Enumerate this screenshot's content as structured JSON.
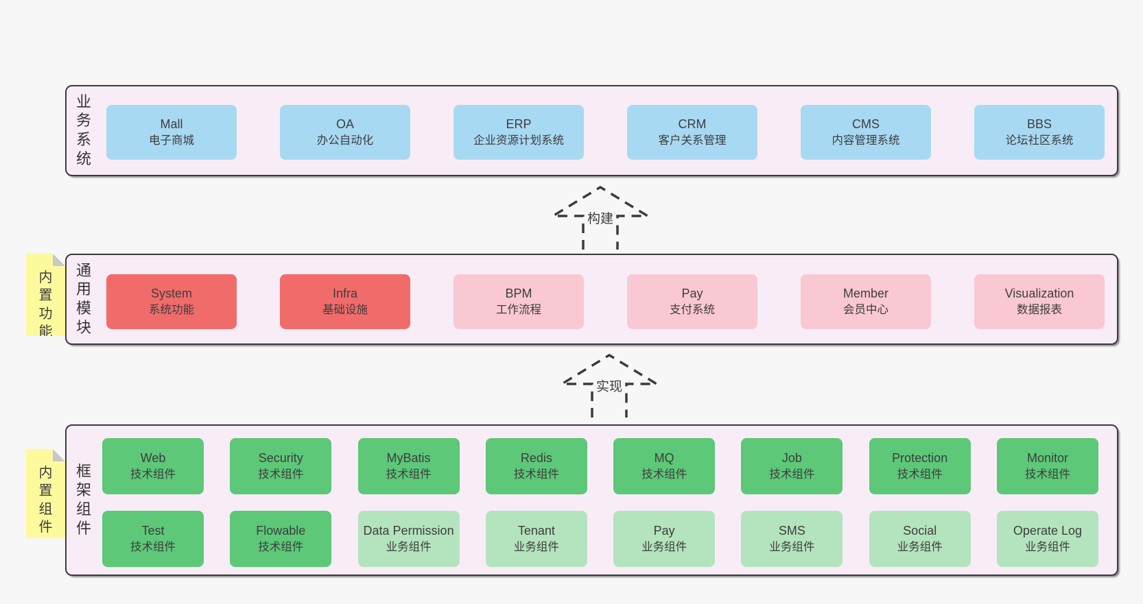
{
  "colors": {
    "page_bg": "#f7f7f7",
    "container_bg": "#f8edf6",
    "container_border": "#3a3a3a",
    "box_blue": "#a8d9f2",
    "box_red": "#f26b6b",
    "box_pink": "#fac8d2",
    "box_green": "#5dc878",
    "box_light_green": "#b4e4bd",
    "note_yellow": "#fcfa9d",
    "note_fold_gray": "#c8c8c8",
    "text": "#3d3d3d"
  },
  "layer_business": {
    "side_label": "业务系统",
    "boxes": [
      {
        "name": "Mall",
        "desc": "电子商城"
      },
      {
        "name": "OA",
        "desc": "办公自动化"
      },
      {
        "name": "ERP",
        "desc": "企业资源计划系统"
      },
      {
        "name": "CRM",
        "desc": "客户关系管理"
      },
      {
        "name": "CMS",
        "desc": "内容管理系统"
      },
      {
        "name": "BBS",
        "desc": "论坛社区系统"
      }
    ]
  },
  "arrow_build": {
    "label": "构建"
  },
  "layer_modules": {
    "side_label": "通用模块",
    "note_label": "内置功能",
    "boxes": [
      {
        "name": "System",
        "desc": "系统功能",
        "variant": "red"
      },
      {
        "name": "Infra",
        "desc": "基础设施",
        "variant": "red"
      },
      {
        "name": "BPM",
        "desc": "工作流程",
        "variant": "pink"
      },
      {
        "name": "Pay",
        "desc": "支付系统",
        "variant": "pink"
      },
      {
        "name": "Member",
        "desc": "会员中心",
        "variant": "pink"
      },
      {
        "name": "Visualization",
        "desc": "数据报表",
        "variant": "pink"
      }
    ]
  },
  "arrow_implement": {
    "label": "实现"
  },
  "layer_components": {
    "side_label": "框架组件",
    "note_label": "内置组件",
    "row1": [
      {
        "name": "Web",
        "desc": "技术组件",
        "variant": "green"
      },
      {
        "name": "Security",
        "desc": "技术组件",
        "variant": "green"
      },
      {
        "name": "MyBatis",
        "desc": "技术组件",
        "variant": "green"
      },
      {
        "name": "Redis",
        "desc": "技术组件",
        "variant": "green"
      },
      {
        "name": "MQ",
        "desc": "技术组件",
        "variant": "green"
      },
      {
        "name": "Job",
        "desc": "技术组件",
        "variant": "green"
      },
      {
        "name": "Protection",
        "desc": "技术组件",
        "variant": "green"
      },
      {
        "name": "Monitor",
        "desc": "技术组件",
        "variant": "green"
      }
    ],
    "row2": [
      {
        "name": "Test",
        "desc": "技术组件",
        "variant": "green"
      },
      {
        "name": "Flowable",
        "desc": "技术组件",
        "variant": "green"
      },
      {
        "name": "Data Permission",
        "desc": "业务组件",
        "variant": "light-green"
      },
      {
        "name": "Tenant",
        "desc": "业务组件",
        "variant": "light-green"
      },
      {
        "name": "Pay",
        "desc": "业务组件",
        "variant": "light-green"
      },
      {
        "name": "SMS",
        "desc": "业务组件",
        "variant": "light-green"
      },
      {
        "name": "Social",
        "desc": "业务组件",
        "variant": "light-green"
      },
      {
        "name": "Operate Log",
        "desc": "业务组件",
        "variant": "light-green"
      }
    ]
  }
}
